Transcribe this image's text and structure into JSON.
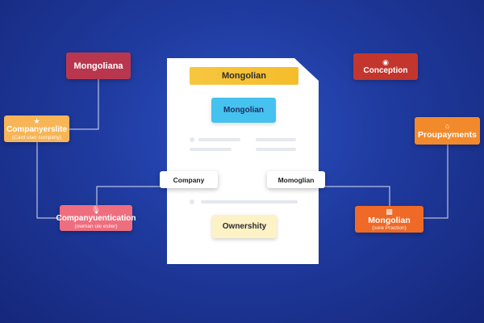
{
  "document": {
    "banner": "Mongolian",
    "top_node": "Mongolian",
    "left_branch": "Company",
    "right_branch": "Momoglian",
    "bottom_node": "Ownershity"
  },
  "nodes": {
    "top_left": {
      "title": "Mongoliana"
    },
    "mid_left": {
      "title": "Companyerslite",
      "subtitle": "(Card user company)"
    },
    "bottom_left": {
      "title": "Companyuentication",
      "subtitle": "(owman ule esiler)"
    },
    "top_right": {
      "title": "Conception"
    },
    "mid_right": {
      "title": "Proupayments"
    },
    "bottom_right": {
      "title": "Mongolian",
      "subtitle": "(sore Praction)"
    }
  },
  "colors": {
    "crimson": "#b9374e",
    "orange_light": "#f7b557",
    "pink": "#ee6e7f",
    "red": "#c2362e",
    "orange": "#f28a2c",
    "orange_deep": "#ee6a26",
    "yellow": "#f7c640",
    "cyan": "#45c2f0",
    "cream": "#fdf1c6"
  },
  "icons": {
    "mid_left": "star-icon",
    "bottom_left": "microphone-icon",
    "top_right": "circle-badge-icon",
    "mid_right": "home-icon",
    "bottom_right": "calendar-icon"
  }
}
